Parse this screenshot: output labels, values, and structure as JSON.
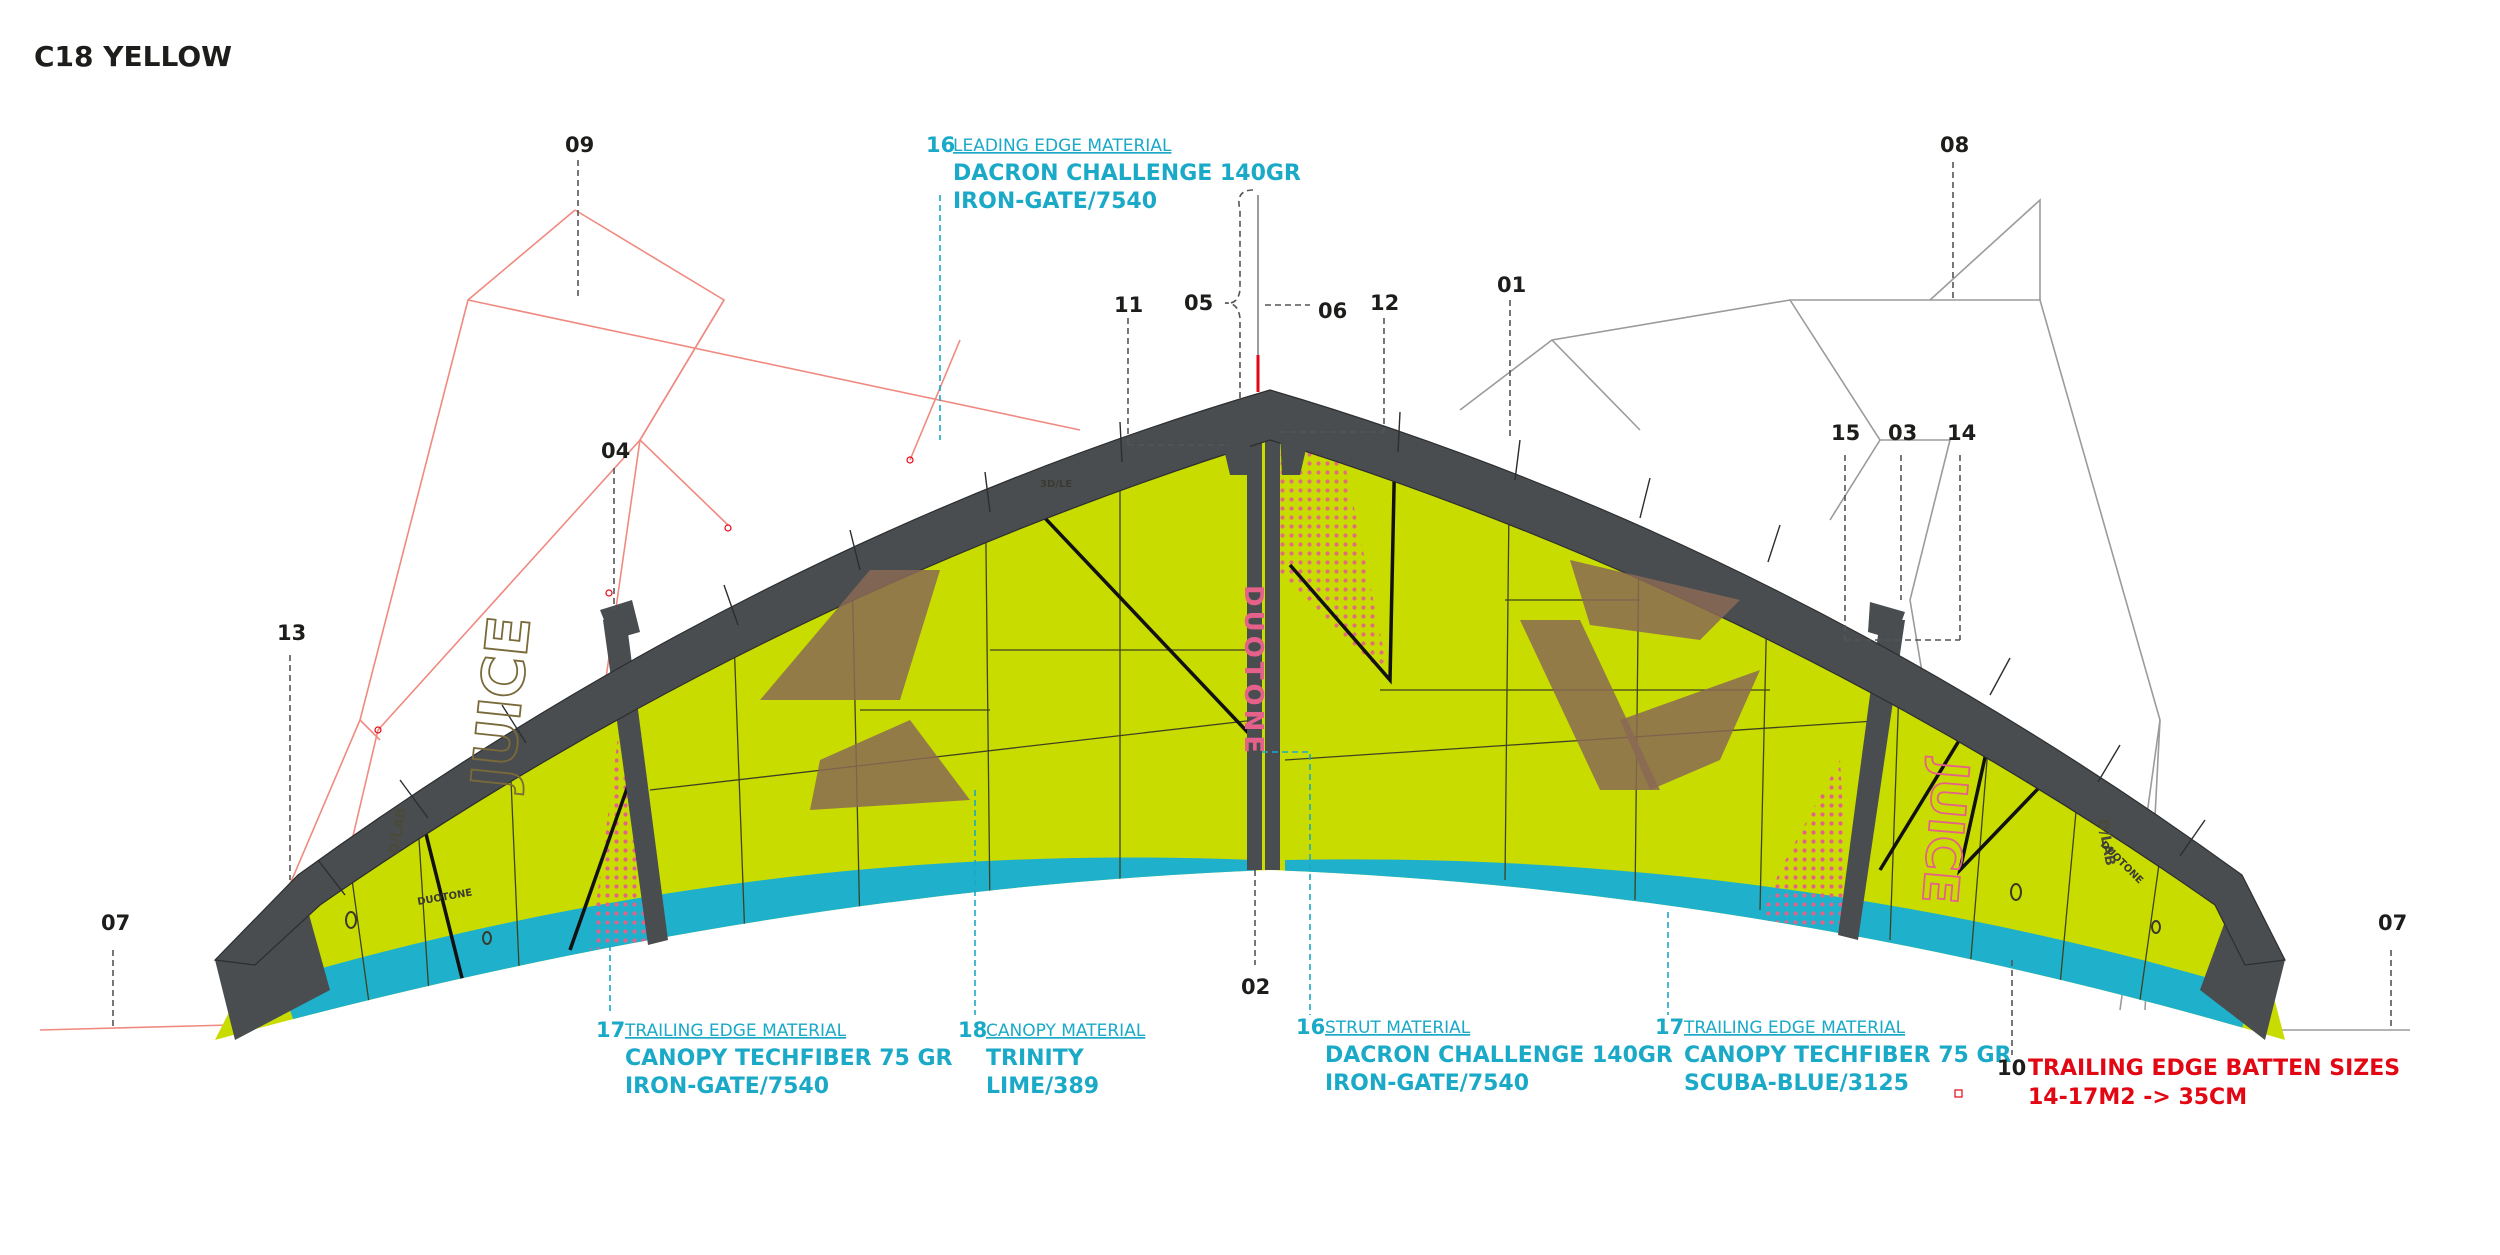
{
  "title": "C18 YELLOW",
  "callout_numbers": {
    "n01": "01",
    "n02": "02",
    "n03": "03",
    "n04": "04",
    "n05": "05",
    "n06": "06",
    "n07_left": "07",
    "n07_right": "07",
    "n08": "08",
    "n09": "09",
    "n11": "11",
    "n12": "12",
    "n13": "13",
    "n14": "14",
    "n15": "15"
  },
  "materials": {
    "leading_edge": {
      "num": "16",
      "heading": "LEADING EDGE MATERIAL",
      "line1": "DACRON CHALLENGE 140GR",
      "line2": "IRON-GATE/7540"
    },
    "trailing_edge_left": {
      "num": "17",
      "heading": "TRAILING EDGE MATERIAL",
      "line1": "CANOPY TECHFIBER 75 GR",
      "line2": "IRON-GATE/7540"
    },
    "canopy": {
      "num": "18",
      "heading": "CANOPY MATERIAL",
      "line1": "TRINITY",
      "line2": "LIME/389"
    },
    "strut": {
      "num": "16",
      "heading": "STRUT MATERIAL",
      "line1": "DACRON CHALLENGE 140GR",
      "line2": "IRON-GATE/7540"
    },
    "trailing_edge_right": {
      "num": "17",
      "heading": "TRAILING EDGE MATERIAL",
      "line1": "CANOPY TECHFIBER 75 GR",
      "line2": "SCUBA-BLUE/3125"
    }
  },
  "batten": {
    "num": "10",
    "line1": "TRAILING EDGE BATTEN SIZES",
    "line2": "14-17M2 -> 35CM"
  },
  "kite_graphics": {
    "brand_vertical": "DUOTONE",
    "model_left": "JUICE",
    "model_right": "JUICE",
    "small_left": "D/LAB",
    "small_right": "D/LAB",
    "sub_left": "DUOTONE",
    "sub_right": "DUOTONE",
    "panel_marking": "3D/LE"
  },
  "colors": {
    "canopy": "#c9dc00",
    "leading_edge": "#4a4d50",
    "trailing_edge_blue": "#1fb1cc",
    "accent_pink": "#e6618a",
    "callout_cyan": "#1aa9c7",
    "callout_red": "#e30613",
    "bridle_red": "#f08a80",
    "bridle_grey": "#9b9b9b"
  }
}
